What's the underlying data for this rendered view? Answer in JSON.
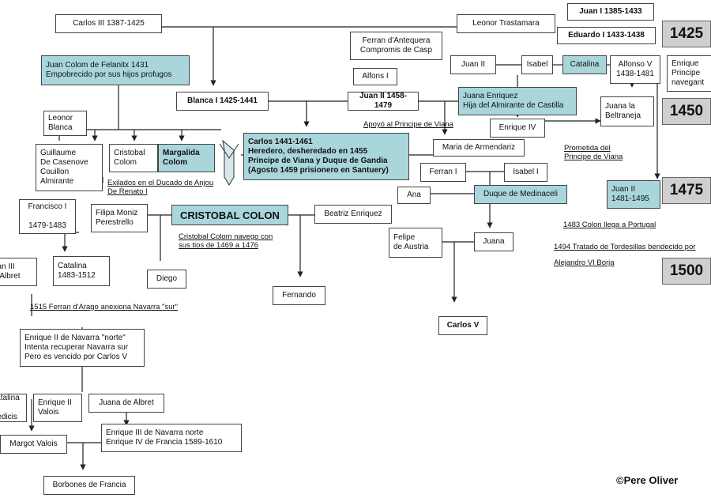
{
  "persons": {
    "carlos3": "Carlos III 1387-1425",
    "leonor_trastamara": "Leonor Trastamara",
    "juan1": "Juan I 1385-1433",
    "eduardo1": "Eduardo I 1433-1438",
    "ferran_antequera": "Ferran d'Antequera\nCompromis de Casp",
    "juan_colom": "Juan Colom de Felanitx 1431\nEmpobrecido por sus hijos profugos",
    "juan2_top": "Juan II",
    "isabel_top": "Isabel",
    "catalina_top": "Catalina",
    "alfonso5": "Alfonso V\n1438-1481",
    "enrique_navegante": "Enrique\nPrincipe\nnavegant",
    "alfons1": "Alfons I",
    "blanca1": "Blanca I 1425-1441",
    "juan2_main": "Juan II 1458-1479",
    "juana_enriquez": "Juana Enriquez\nHija del Almirante de Castilla",
    "juana_beltraneja": "Juana la\nBeltraneja",
    "leonor_blanca": "Leonor\nBlanca",
    "enrique4": "Enrique IV",
    "guillaume": "Guillaume\nDe Casenove\nCouillon\nAlmirante",
    "cristobal_colom": "Cristobal\nColom",
    "margalida_colom": "Margalida\nColom",
    "carlos_viana": "Carlos 1441-1461\nHeredero, desheredado en 1455\nPrincipe de Viana y Duque de Gandia\n(Agosto 1459 prisionero en Santuery)",
    "maria_armendariz": "Maria de Armendariz",
    "ferran1": "Ferran I",
    "isabel1": "Isabel I",
    "juan2_portugal": "Juan II\n1481-1495",
    "ana": "Ana",
    "duque_medinaceli": "Duque de Medinaceli",
    "francisco1": "Francisco I\n\n1479-1483",
    "filipa_moniz": "Filipa Moniz\nPerestrello",
    "cristobal_colon": "CRISTOBAL COLON",
    "beatriz_enriquez": "Beatriz Enriquez",
    "felipe_austria": "Felipe\nde Austria",
    "juana": "Juana",
    "juan3_albret": "Juan III\nde Albret",
    "catalina_navarra": "Catalina\n1483-1512",
    "diego": "Diego",
    "fernando": "Fernando",
    "carlos5": "Carlos V",
    "enrique2_navarra": "Enrique II de Navarra \"norte\"\nIntenta recuperar Navarra sur\nPero es vencido por Carlos V",
    "catalina_medicis": "Catalina\nde Medicis",
    "enrique2_valois": "Enrique II\nValois",
    "juana_albret": "Juana de Albret",
    "margot_valois": "Margot Valois",
    "enrique3_navarra": "Enrique III de Navarra norte\nEnrique IV de Francia 1589-1610",
    "borbones": "Borbones de Francia"
  },
  "notes": {
    "apoyo": "Apoyó al Principe de Viana",
    "prometida": "Prometida del\nPrincipe de Viana",
    "exilados": "Exilados en el Ducado de Anjou\nDe Renato I",
    "navego": "Cristobal Colom navego con\nsus tios de 1469 a 1476",
    "llega_portugal": "1483 Colon llega a Portugal",
    "tordesillas": "1494 Tratado de Tordesillas bendecido por",
    "alejandro": "Alejandro VI Borja",
    "anexiona": "1515 Ferran d'Arago anexiona Navarra \"sur\""
  },
  "timeline": [
    "1425",
    "1450",
    "1475",
    "1500"
  ],
  "credit": "©Pere Oliver",
  "colors": {
    "highlight": "#a9d6db",
    "timeline": "#cfcfcf",
    "line": "#222222"
  }
}
